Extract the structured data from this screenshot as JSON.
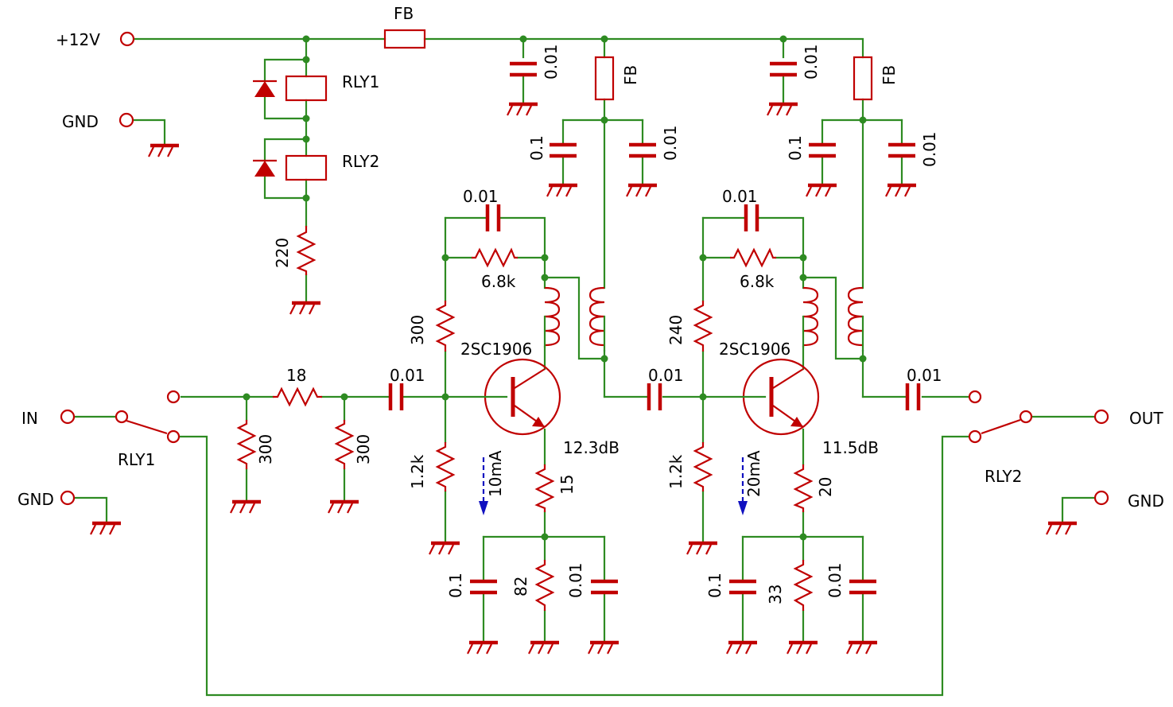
{
  "ports": {
    "vcc": "+12V",
    "gnd_supply": "GND",
    "in": "IN",
    "gnd_in": "GND",
    "out": "OUT",
    "gnd_out": "GND"
  },
  "relays": {
    "rly1": "RLY1",
    "rly2": "RLY2",
    "coil_resistor": "220"
  },
  "supply": {
    "main_fb": "FB",
    "decoupling": "0.01"
  },
  "input_network": {
    "series_r": "18",
    "shunt_r1": "300",
    "shunt_r2": "300",
    "coupling_c": "0.01"
  },
  "stage1": {
    "transistor": "2SC1906",
    "gain": "12.3dB",
    "current": "10mA",
    "feedback_c": "0.01",
    "feedback_r": "6.8k",
    "bias_top": "300",
    "bias_bottom": "1.2k",
    "emitter_r": "15",
    "emitter_r2": "82",
    "emitter_c1": "0.1",
    "emitter_c2": "0.01",
    "fb": "FB",
    "fb_c1": "0.1",
    "fb_c2": "0.01",
    "fb_decoupling": "0.01",
    "interstage_c": "0.01"
  },
  "stage2": {
    "transistor": "2SC1906",
    "gain": "11.5dB",
    "current": "20mA",
    "feedback_c": "0.01",
    "feedback_r": "6.8k",
    "bias_top": "240",
    "bias_bottom": "1.2k",
    "emitter_r": "20",
    "emitter_r2": "33",
    "emitter_c1": "0.1",
    "emitter_c2": "0.01",
    "fb": "FB",
    "fb_c1": "0.1",
    "fb_c2": "0.01",
    "fb_decoupling": "0.01",
    "output_c": "0.01"
  },
  "colors": {
    "wire": "#2e8b22",
    "component": "#c00000",
    "arrow": "#1010c0"
  }
}
